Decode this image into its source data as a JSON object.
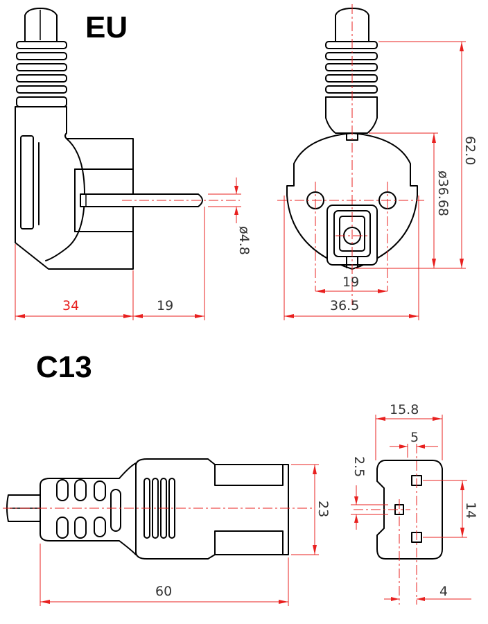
{
  "titles": {
    "eu": "EU",
    "c13": "C13"
  },
  "colors": {
    "outline": "#000000",
    "dimension": "#e8201f",
    "text": "#333333"
  },
  "eu_side_view": {
    "overall_width": "34",
    "pin_length": "19",
    "pin_diameter": "ø4.8"
  },
  "eu_front_view": {
    "pin_spacing": "19",
    "body_width": "36.5",
    "body_diameter": "ø36.68",
    "overall_height": "62.0"
  },
  "c13_side_view": {
    "overall_length": "60",
    "body_height": "23"
  },
  "c13_front_view": {
    "overall_width": "15.8",
    "slot_spacing": "5",
    "offset": "2.5",
    "pin_spacing": "14",
    "depth": "4"
  }
}
